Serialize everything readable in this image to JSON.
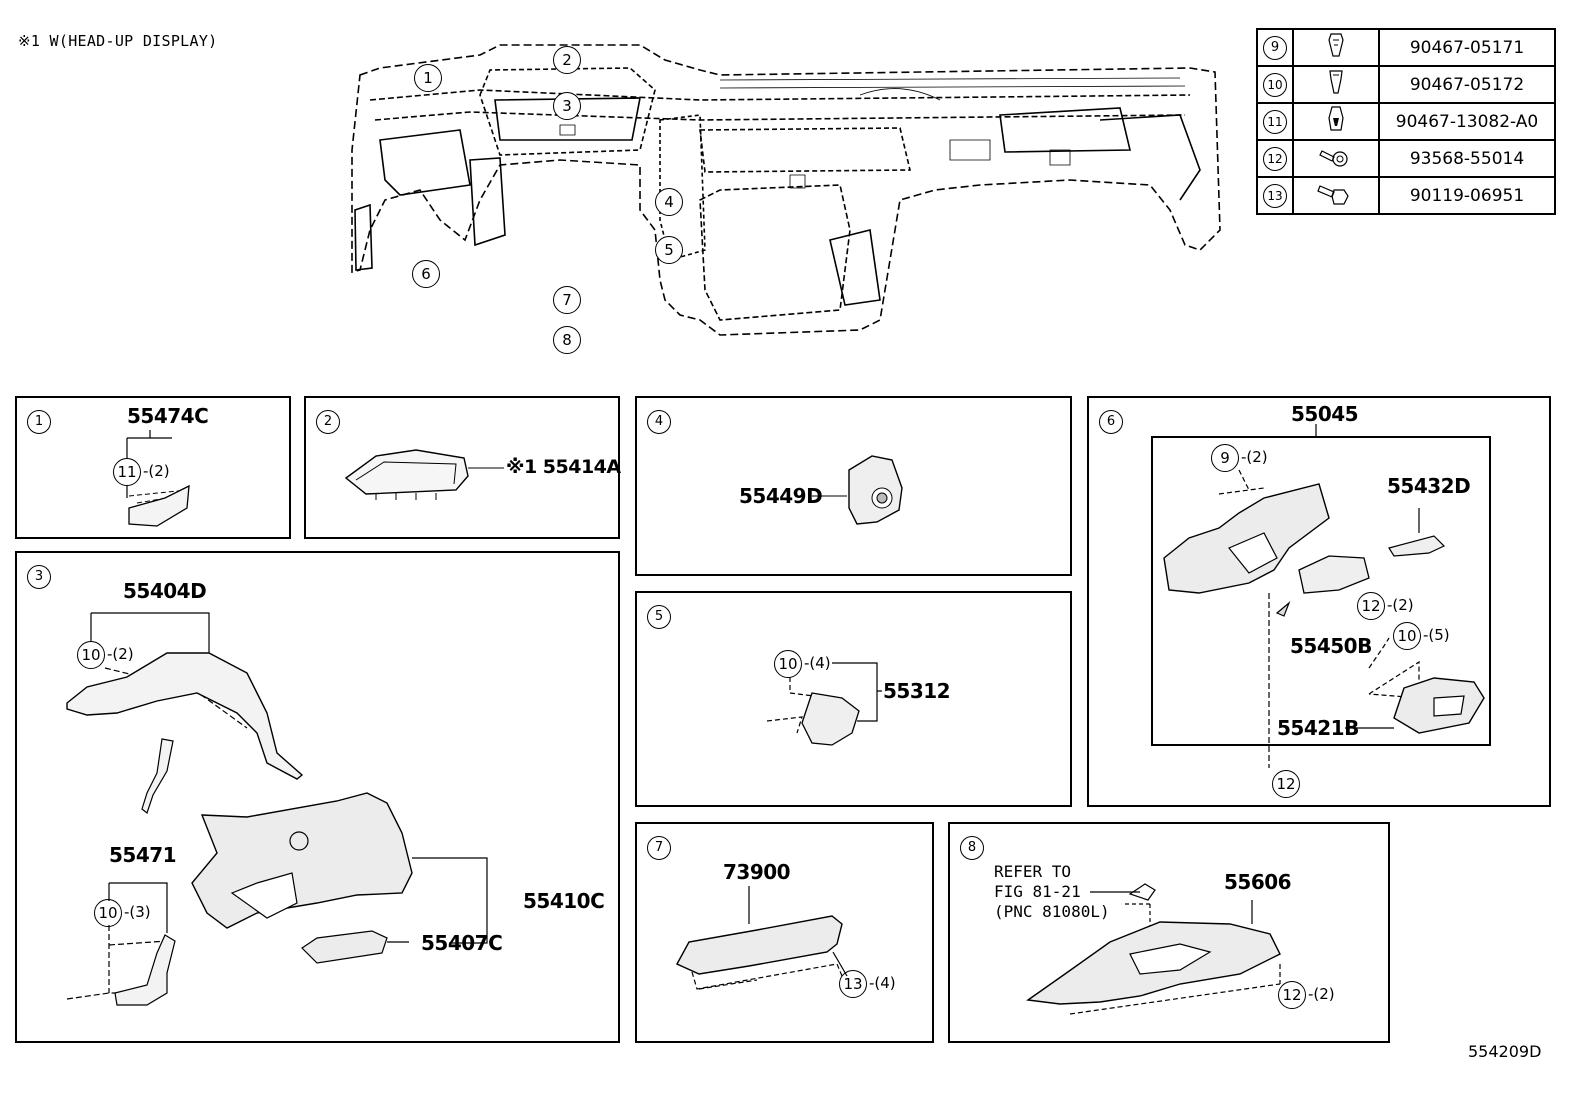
{
  "note": "※1 W(HEAD-UP DISPLAY)",
  "diagram_id": "554209D",
  "overview": {
    "callouts": [
      "1",
      "2",
      "3",
      "4",
      "5",
      "6",
      "7",
      "8"
    ]
  },
  "fasteners": [
    {
      "ref": "9",
      "part": "90467-05171",
      "icon": "clip-icon"
    },
    {
      "ref": "10",
      "part": "90467-05172",
      "icon": "clip-icon"
    },
    {
      "ref": "11",
      "part": "90467-13082-A0",
      "icon": "clip-icon"
    },
    {
      "ref": "12",
      "part": "93568-55014",
      "icon": "screw-icon"
    },
    {
      "ref": "13",
      "part": "90119-06951",
      "icon": "bolt-icon"
    }
  ],
  "panels": {
    "p1": {
      "num": "1",
      "part": "55474C",
      "clip": "11",
      "qty": "-(2)"
    },
    "p2": {
      "num": "2",
      "part": "※1 55414A"
    },
    "p3": {
      "num": "3",
      "part_top": "55404D",
      "clip_top": "10",
      "qty_top": "-(2)",
      "part_left": "55471",
      "clip_left": "10",
      "qty_left": "-(3)",
      "part_right": "55410C",
      "part_bottom": "55407C"
    },
    "p4": {
      "num": "4",
      "part": "55449D"
    },
    "p5": {
      "num": "5",
      "part": "55312",
      "clip": "10",
      "qty": "-(4)"
    },
    "p6": {
      "num": "6",
      "part_top": "55045",
      "clip_a": "9",
      "qty_a": "-(2)",
      "part_b": "55432D",
      "part_c": "55450B",
      "clip_c": "12",
      "qty_c": "-(2)",
      "clip_d": "10",
      "qty_d": "-(5)",
      "part_d": "55421B",
      "clip_e": "12"
    },
    "p7": {
      "num": "7",
      "part": "73900",
      "clip": "13",
      "qty": "-(4)"
    },
    "p8": {
      "num": "8",
      "ref_line1": "REFER TO",
      "ref_line2": "FIG 81-21",
      "ref_line3": "(PNC 81080L)",
      "part": "55606",
      "clip": "12",
      "qty": "-(2)"
    }
  }
}
